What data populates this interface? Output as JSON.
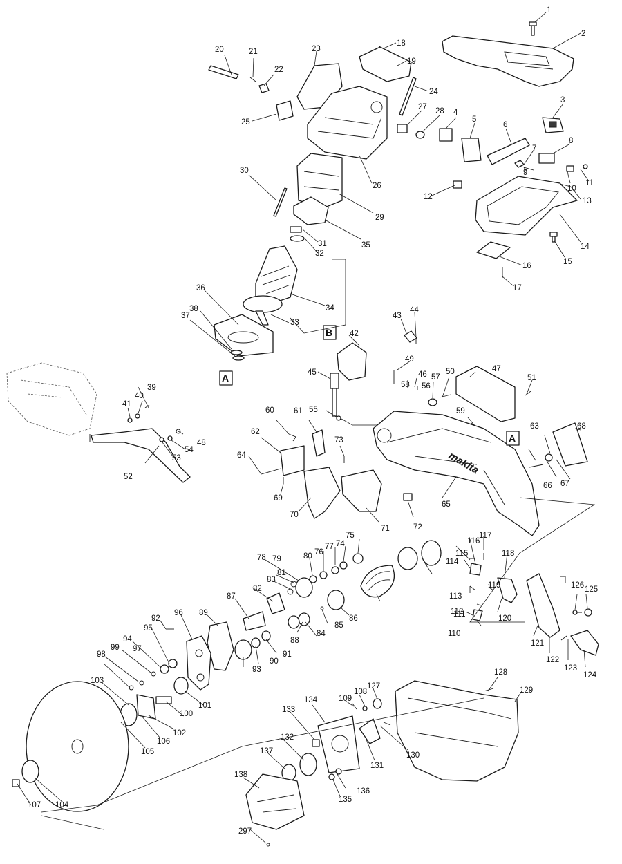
{
  "diagram": {
    "brand_text": "makita",
    "callouts": [
      "1",
      "2",
      "3",
      "4",
      "5",
      "6",
      "7",
      "8",
      "9",
      "10",
      "11",
      "12",
      "13",
      "14",
      "15",
      "16",
      "17",
      "18",
      "19",
      "20",
      "21",
      "22",
      "23",
      "24",
      "25",
      "26",
      "27",
      "28",
      "29",
      "30",
      "31",
      "32",
      "33",
      "34",
      "35",
      "36",
      "37",
      "38",
      "39",
      "40",
      "41",
      "42",
      "43",
      "44",
      "45",
      "46",
      "47",
      "48",
      "49",
      "50",
      "51",
      "52",
      "53",
      "54",
      "55",
      "56",
      "57",
      "58",
      "59",
      "60",
      "61",
      "62",
      "63",
      "64",
      "65",
      "66",
      "67",
      "68",
      "69",
      "70",
      "71",
      "72",
      "73",
      "74",
      "75",
      "76",
      "77",
      "78",
      "79",
      "80",
      "81",
      "82",
      "83",
      "84",
      "85",
      "86",
      "87",
      "88",
      "89",
      "90",
      "91",
      "92",
      "93",
      "94",
      "95",
      "96",
      "97",
      "98",
      "99",
      "100",
      "101",
      "102",
      "103",
      "104",
      "105",
      "106",
      "107",
      "108",
      "109",
      "110",
      "111",
      "112",
      "113",
      "114",
      "115",
      "116",
      "117",
      "118",
      "119",
      "120",
      "121",
      "122",
      "123",
      "124",
      "125",
      "126",
      "127",
      "128",
      "129",
      "130",
      "131",
      "132",
      "133",
      "134",
      "135",
      "136",
      "137",
      "138",
      "297"
    ],
    "reference_boxes": [
      "A",
      "B",
      "A"
    ]
  }
}
